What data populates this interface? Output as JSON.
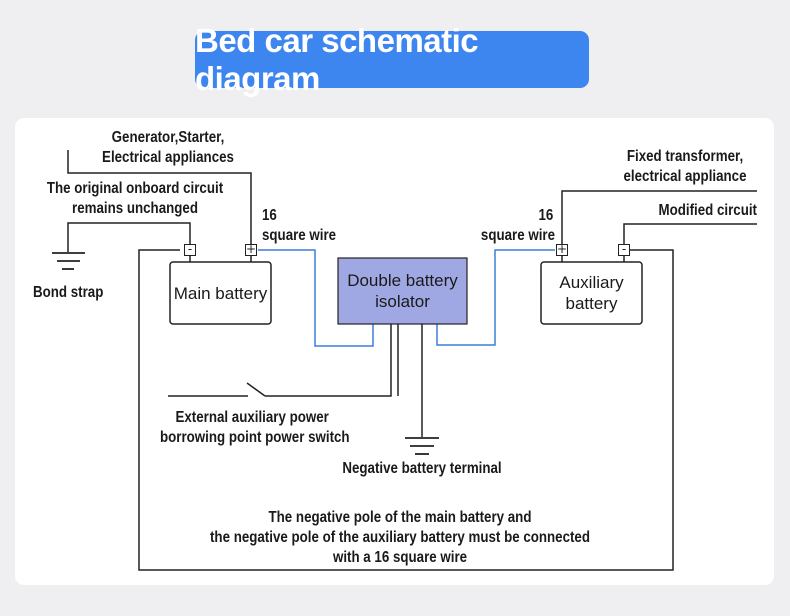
{
  "title": "Bed car schematic diagram",
  "colors": {
    "accent": "#3d86f0",
    "isolator_fill": "#a0a8e4",
    "wire_blue": "#3f7fd8",
    "wire_black": "#222222"
  },
  "labels": {
    "generator": "Generator,Starter,\nElectrical appliances",
    "original_circuit": "The original onboard circuit\nremains unchanged",
    "bond_strap": "Bond strap",
    "wire_left": "16\nsquare wire",
    "wire_right": "16\nsquare wire",
    "fixed_transformer": "Fixed transformer,\nelectrical appliance",
    "modified_circuit": "Modified circuit",
    "external_switch": "External auxiliary power\nborrowing point power switch",
    "negative_terminal": "Negative battery terminal",
    "note": "The negative pole of the main battery and\nthe negative pole of the auxiliary battery must be connected\nwith a 16 square wire"
  },
  "boxes": {
    "main_battery": "Main battery",
    "isolator": "Double battery\nisolator",
    "aux_battery": "Auxiliary\nbattery"
  },
  "terminals": {
    "negative": "-",
    "positive": "+"
  },
  "icons": [
    "ground-icon",
    "switch-icon",
    "plus-terminal-icon",
    "minus-terminal-icon"
  ]
}
